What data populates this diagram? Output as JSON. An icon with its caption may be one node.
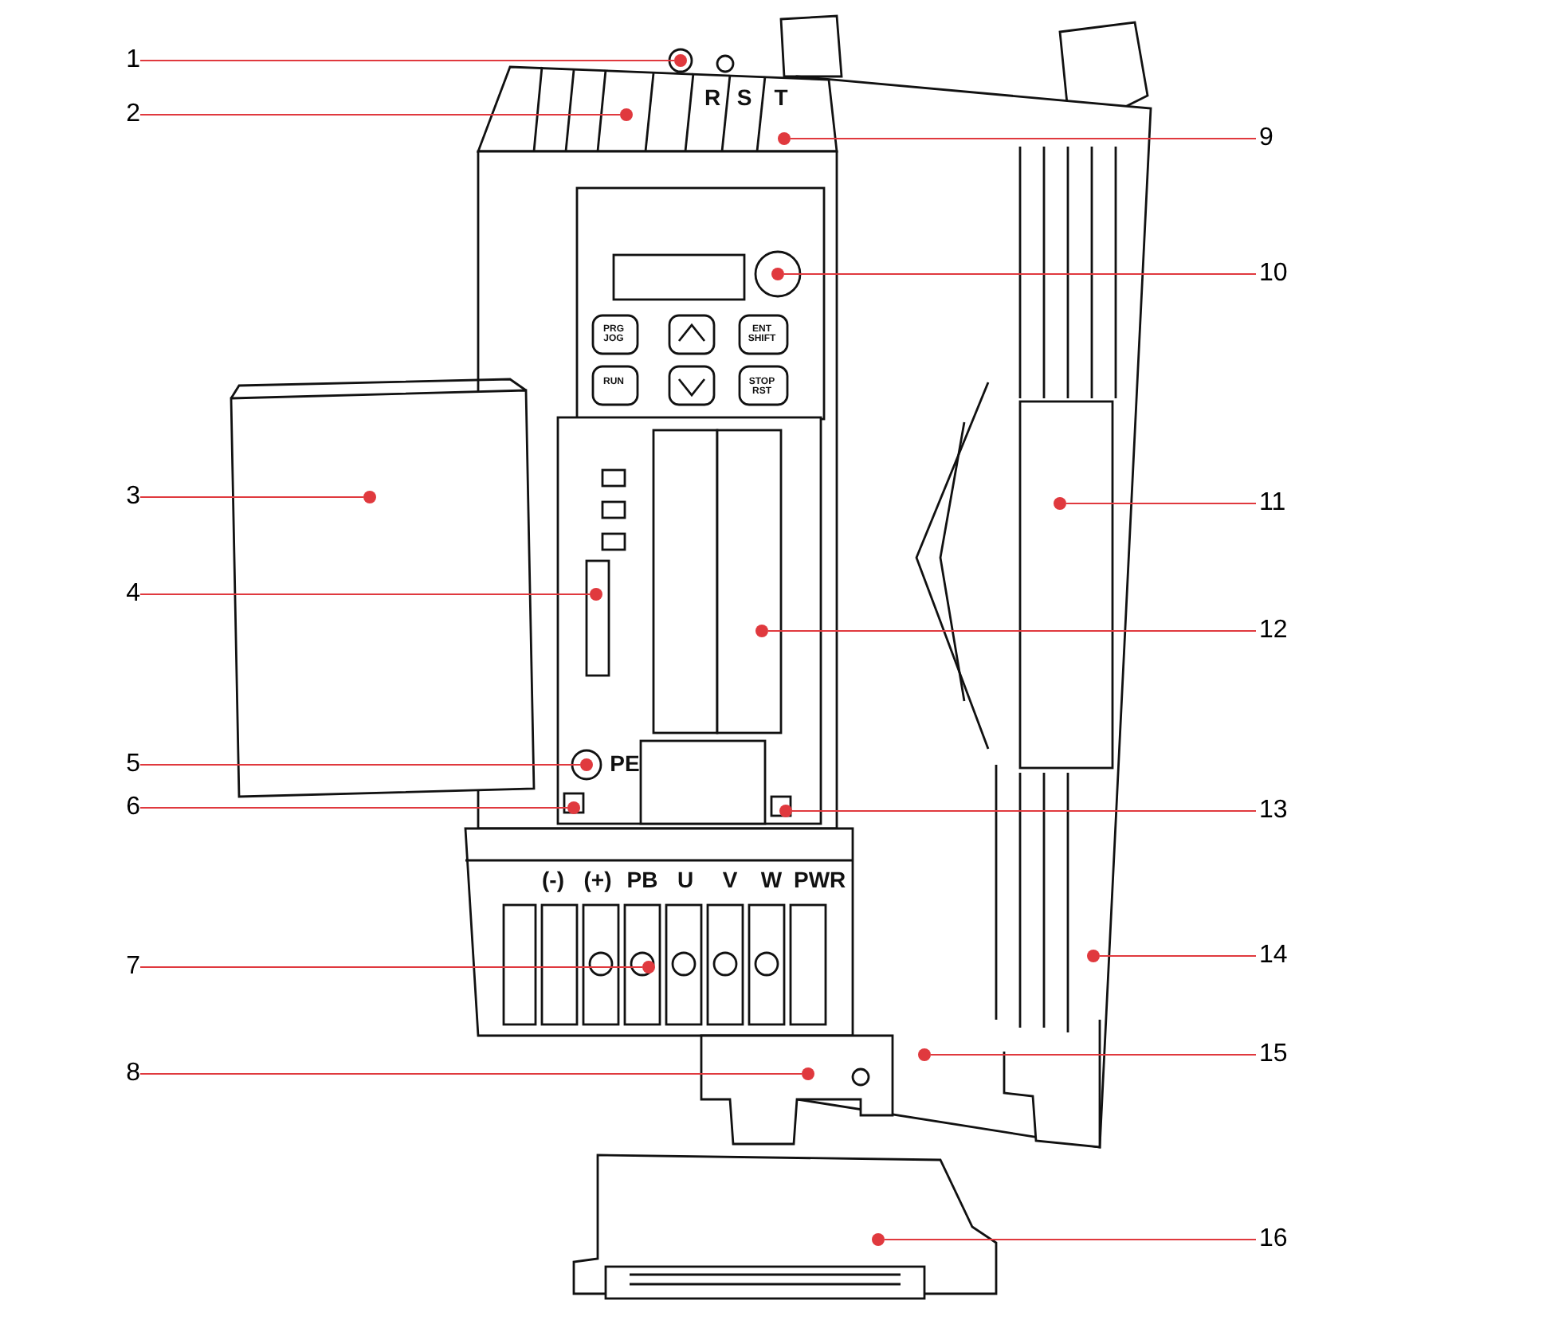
{
  "diagram": {
    "nodes": [
      {
        "text": [
          "1"
        ]
      },
      {
        "text": [
          "2"
        ]
      },
      {
        "text": [
          "3"
        ]
      },
      {
        "text": [
          "4"
        ]
      },
      {
        "text": [
          "5"
        ]
      },
      {
        "text": [
          "6"
        ]
      },
      {
        "text": [
          "7"
        ]
      },
      {
        "text": [
          "8"
        ]
      },
      {
        "text": [
          "9"
        ]
      },
      {
        "text": [
          "10"
        ]
      },
      {
        "text": [
          "11"
        ]
      },
      {
        "text": [
          "12"
        ]
      },
      {
        "text": [
          "13"
        ]
      },
      {
        "text": [
          "14"
        ]
      },
      {
        "text": [
          "15"
        ]
      },
      {
        "text": [
          "16"
        ]
      },
      {
        "text": [],
        "shape": "circle"
      },
      {
        "text": [],
        "shape": "circle"
      },
      {
        "text": [],
        "shape": "circle"
      },
      {
        "text": [],
        "shape": "circle"
      },
      {
        "text": [],
        "shape": "circle"
      },
      {
        "text": [],
        "shape": "circle"
      },
      {
        "text": [],
        "shape": "circle"
      },
      {
        "text": [],
        "shape": "circle"
      },
      {
        "text": [],
        "shape": "circle"
      },
      {
        "text": [],
        "shape": "circle"
      },
      {
        "text": [],
        "shape": "circle"
      },
      {
        "text": [],
        "shape": "circle"
      },
      {
        "text": [],
        "shape": "circle"
      },
      {
        "text": [],
        "shape": "circle"
      },
      {
        "text": [],
        "shape": "circle"
      },
      {
        "text": [],
        "shape": "circle"
      }
    ],
    "edges": [
      {
        "from": 0,
        "to": 16,
        "arrow": "none"
      },
      {
        "from": 1,
        "to": 17,
        "arrow": "none"
      },
      {
        "from": 2,
        "to": 18,
        "arrow": "none"
      },
      {
        "from": 3,
        "to": 19,
        "arrow": "none"
      },
      {
        "from": 4,
        "to": 20,
        "arrow": "none"
      },
      {
        "from": 5,
        "to": 21,
        "arrow": "none"
      },
      {
        "from": 6,
        "to": 22,
        "arrow": "none"
      },
      {
        "from": 7,
        "to": 23,
        "arrow": "none"
      },
      {
        "from": 8,
        "to": 24,
        "arrow": "none"
      },
      {
        "from": 9,
        "to": 25,
        "arrow": "none"
      },
      {
        "from": 10,
        "to": 26,
        "arrow": "none"
      },
      {
        "from": 11,
        "to": 27,
        "arrow": "none"
      },
      {
        "from": 12,
        "to": 28,
        "arrow": "none"
      },
      {
        "from": 13,
        "to": 29,
        "arrow": "none"
      },
      {
        "from": 14,
        "to": 30,
        "arrow": "none"
      },
      {
        "from": 15,
        "to": 31,
        "arrow": "none"
      }
    ],
    "labels": [
      "R",
      "S",
      "T",
      "PRG JOG",
      "ENT SHIFT",
      "RUN",
      "STOP RST",
      "PE",
      "(-)",
      "(+)",
      "PB",
      "U",
      "V",
      "W",
      "PWR"
    ]
  }
}
